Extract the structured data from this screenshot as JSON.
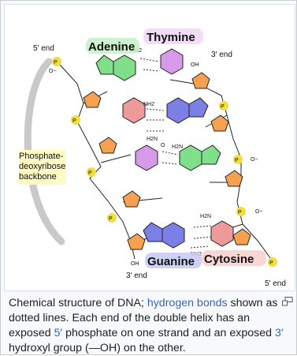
{
  "figure": {
    "labels": {
      "five_end_top": "5′ end",
      "three_end_top": "3′ end",
      "three_end_bottom": "3′ end",
      "five_end_bottom": "5′ end",
      "backbone": "Phosphate-deoxyribose backbone"
    },
    "bases": {
      "adenine": "Adenine",
      "thymine": "Thymine",
      "guanine": "Guanine",
      "cytosine": "Cytosine"
    },
    "atoms": {
      "nh2": "NH2",
      "oh": "OH",
      "o": "O",
      "h2n": "H2N",
      "ominus": "O−",
      "p": "P"
    },
    "colors": {
      "adenine": "#7fe089",
      "thymine": "#d69ae8",
      "guanine": "#7b7fe6",
      "cytosine": "#ef9a9a",
      "sugar": "#f6a152",
      "phosphate": "#f2de3a",
      "backbone_label_bg": "#fff9c4",
      "adenine_label_bg": "#c8f2c9",
      "thymine_label_bg": "#f1d8f6",
      "guanine_label_bg": "#c9cbf4",
      "cytosine_label_bg": "#f8d0d0"
    }
  },
  "caption": {
    "part1": "Chemical structure of DNA; ",
    "link1": "hydrogen bonds",
    "part2": " shown as dotted lines. Each end of the double helix has an exposed ",
    "link2": "5′",
    "part3": " phosphate on one strand and an exposed ",
    "link3": "3′",
    "part4": " hydroxyl group (—OH) on the other."
  },
  "icons": {
    "magnify": "magnify-icon"
  }
}
